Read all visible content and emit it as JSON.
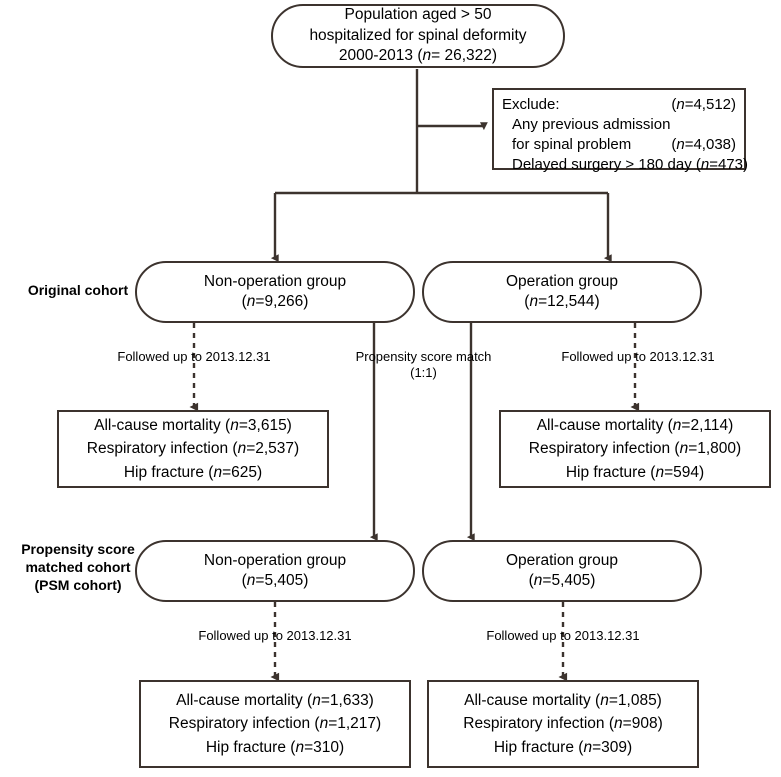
{
  "figure": {
    "type": "flowchart",
    "title": "Study population selection flow diagram",
    "stroke_color": "#3c332e",
    "background": "#ffffff"
  },
  "nodes": {
    "source_population": {
      "shape": "rounded-rectangle",
      "line1": "Population aged > 50",
      "line2": "hospitalized for spinal deformity",
      "line3_prefix": "2000-2013 (",
      "line3_n": "n",
      "line3_suffix": "= 26,322)"
    },
    "exclude": {
      "shape": "rectangle",
      "rows": [
        {
          "left": "Exclude:",
          "right": "(n=4,512)",
          "indent": false
        },
        {
          "left": "Any previous admission",
          "right": "",
          "indent": true
        },
        {
          "left": "for spinal problem",
          "right": "(n=4,038)",
          "indent": true
        },
        {
          "left": "Delayed surgery > 180 day (n=473)",
          "right": "",
          "indent": true
        }
      ]
    },
    "original_nonop": {
      "shape": "rounded-rectangle",
      "line1": "Non-operation group",
      "line2": "(n=9,266)"
    },
    "original_op": {
      "shape": "rounded-rectangle",
      "line1": "Operation group",
      "line2": "(n=12,544)"
    },
    "original_nonop_outcomes": {
      "shape": "rectangle",
      "line1": "All-cause mortality (n=3,615)",
      "line2": "Respiratory infection (n=2,537)",
      "line3": "Hip fracture (n=625)"
    },
    "original_op_outcomes": {
      "shape": "rectangle",
      "line1": "All-cause mortality (n=2,114)",
      "line2": "Respiratory infection (n=1,800)",
      "line3": "Hip fracture (n=594)"
    },
    "psm_nonop": {
      "shape": "rounded-rectangle",
      "line1": "Non-operation group",
      "line2": "(n=5,405)"
    },
    "psm_op": {
      "shape": "rounded-rectangle",
      "line1": "Operation group",
      "line2": "(n=5,405)"
    },
    "psm_nonop_outcomes": {
      "shape": "rectangle",
      "line1": "All-cause mortality (n=1,633)",
      "line2": "Respiratory infection (n=1,217)",
      "line3": "Hip fracture (n=310)"
    },
    "psm_op_outcomes": {
      "shape": "rectangle",
      "line1": "All-cause mortality (n=1,085)",
      "line2": "Respiratory infection (n=908)",
      "line3": "Hip fracture (n=309)"
    }
  },
  "side_labels": {
    "original_cohort": "Original cohort",
    "psm_cohort_line1": "Propensity score",
    "psm_cohort_line2": "matched cohort",
    "psm_cohort_line3": "(PSM cohort)"
  },
  "edge_labels": {
    "followup_original_left": "Followed up  to 2013.12.31",
    "followup_original_right": "Followed up  to 2013.12.31",
    "followup_psm_left": "Followed up  to 2013.12.31",
    "followup_psm_right": "Followed up  to 2013.12.31",
    "psm_match_line1": "Propensity score match",
    "psm_match_line2": "(1:1)"
  }
}
